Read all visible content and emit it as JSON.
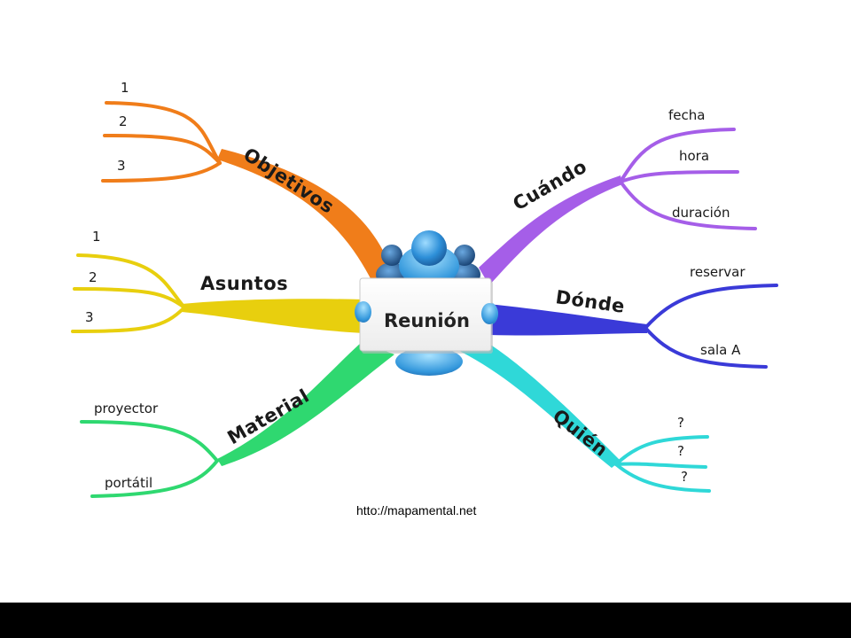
{
  "center": {
    "label": "Reunión"
  },
  "branches": {
    "objetivos": {
      "label": "Objetivos",
      "color": "#f07d1a",
      "items": [
        "1",
        "2",
        "3"
      ]
    },
    "asuntos": {
      "label": "Asuntos",
      "color": "#e8cf0e",
      "items": [
        "1",
        "2",
        "3"
      ]
    },
    "material": {
      "label": "Material",
      "color": "#2fd870",
      "items": [
        "proyector",
        "portátil"
      ]
    },
    "cuando": {
      "label": "Cuándo",
      "color": "#a55ee8",
      "items": [
        "fecha",
        "hora",
        "duración"
      ]
    },
    "donde": {
      "label": "Dónde",
      "color": "#3a3ad8",
      "items": [
        "reservar",
        "sala A"
      ]
    },
    "quien": {
      "label": "Quién",
      "color": "#2fd8d8",
      "items": [
        "?",
        "?",
        "?"
      ]
    }
  },
  "source": "htto://mapamental.net"
}
